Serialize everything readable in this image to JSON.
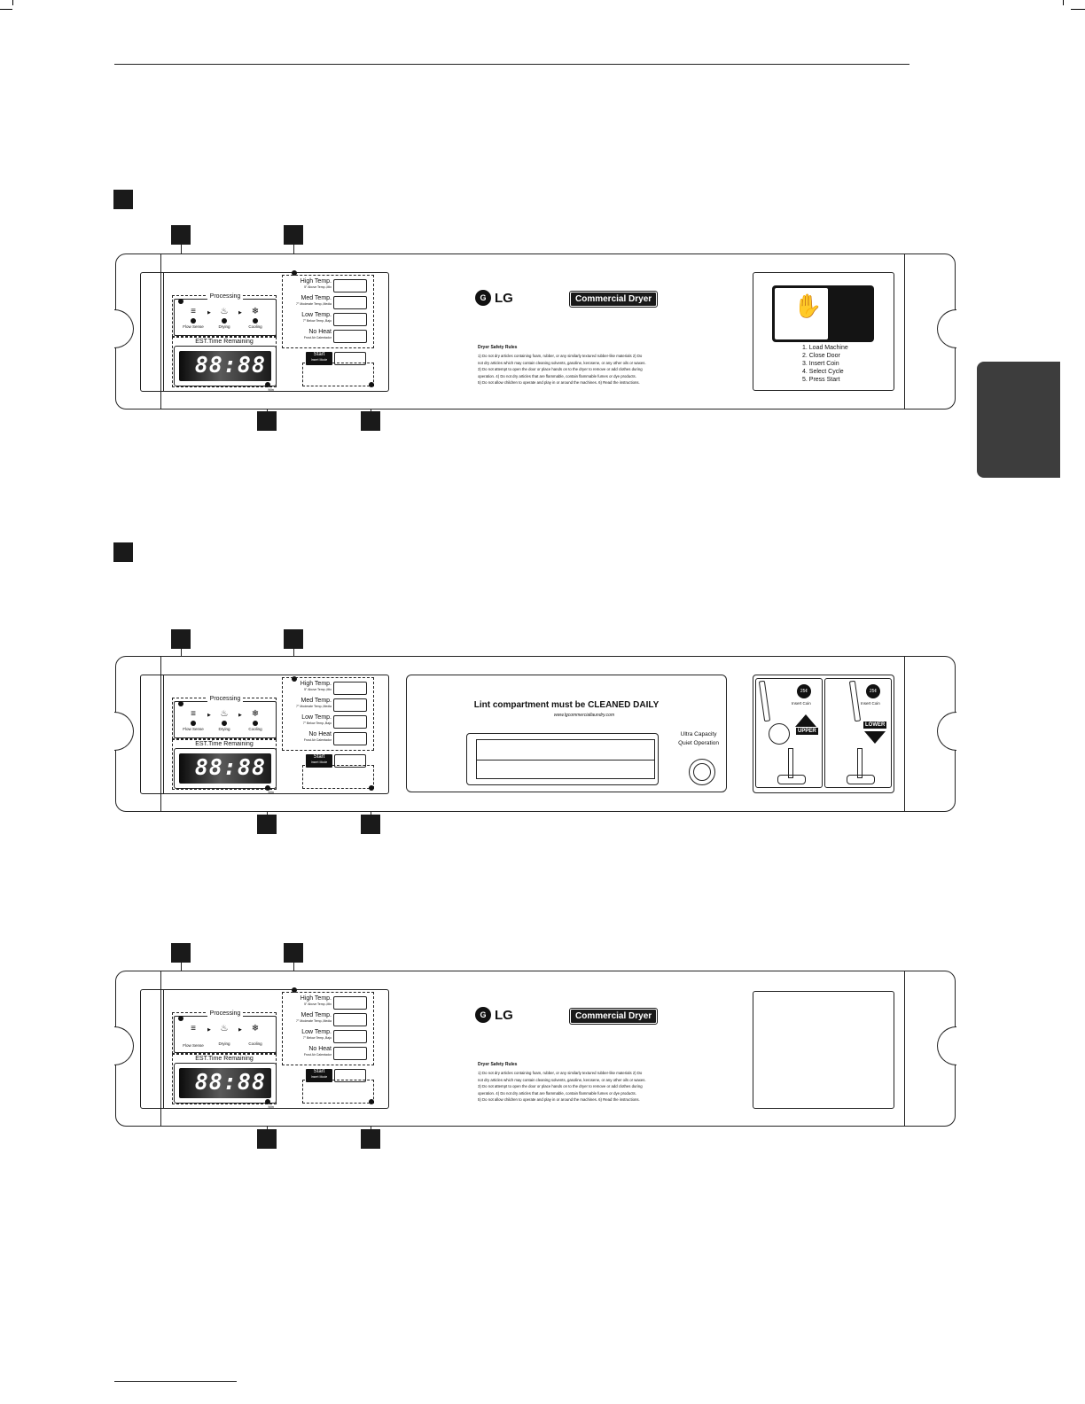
{
  "common": {
    "processing_title": "Processing",
    "stages": [
      {
        "icon": "flow-sense-icon",
        "label": "Flow Sense"
      },
      {
        "icon": "drying-icon",
        "label": "Drying"
      },
      {
        "icon": "cooling-icon",
        "label": "Cooling"
      }
    ],
    "time_title": "EST.Time Remaining",
    "time_digits": "88:88",
    "time_unit": "Min",
    "temps": [
      {
        "label": "High Temp.",
        "sub": "5° Above  Temp.,Mix"
      },
      {
        "label": "Med Temp.",
        "sub": "7° Moderate  Temp.,Media"
      },
      {
        "label": "Low Temp.",
        "sub": "7° Below  Temp.,Bajo"
      },
      {
        "label": "No Heat",
        "sub": "Frost  Air Calentador"
      }
    ],
    "start_label": "Start",
    "start_sub": "Insert Mode",
    "logo_text": "LG",
    "logo_mark": "G",
    "badge": "Commercial Dryer",
    "rules_title": "Dryer Safety Rules",
    "rules_lines": [
      "1) Do not dry articles containing foam, rubber, or any similarly textured rubber-like materials  2) Do",
      "not dry articles which may contain cleaning solvents, gasoline, kerosene, or any other oils or waxes.",
      "3) Do not attempt to open the door or place hands on to the dryer to remove or add clothes during",
      "operation.   4) Do not dry articles that are flammable, contain flammable fumes or dye products.",
      "5) Do not allow children to operate and play in or around the machines.   6) Read the instructions."
    ],
    "steps": [
      "1. Load Machine",
      "2. Close Door",
      "3. Insert Coin",
      "4. Select Cycle",
      "5. Press Start"
    ],
    "lint_message": "Lint compartment must be CLEANED DAILY",
    "lint_url": "www.lgcommerciallaundry.com",
    "ultra_1": "Ultra Capacity",
    "ultra_2": "Quiet Operation",
    "coin_value": "25¢",
    "insert_coin": "Insert Coin",
    "upper": "UPPER",
    "lower": "LOWER"
  }
}
